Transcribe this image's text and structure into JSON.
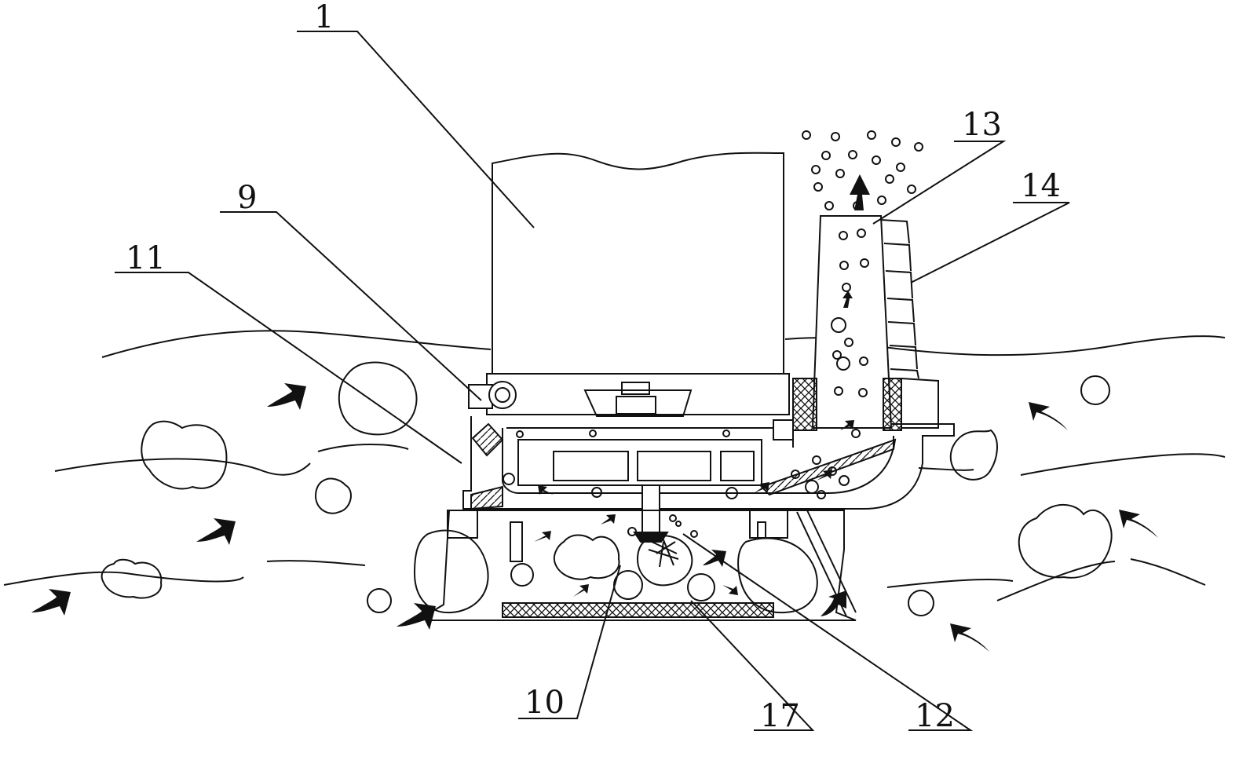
{
  "diagram": {
    "labels": {
      "motor": "1",
      "part_9": "9",
      "part_10": "10",
      "part_11": "11",
      "part_12": "12",
      "part_13": "13",
      "part_14": "14",
      "part_17": "17"
    }
  }
}
